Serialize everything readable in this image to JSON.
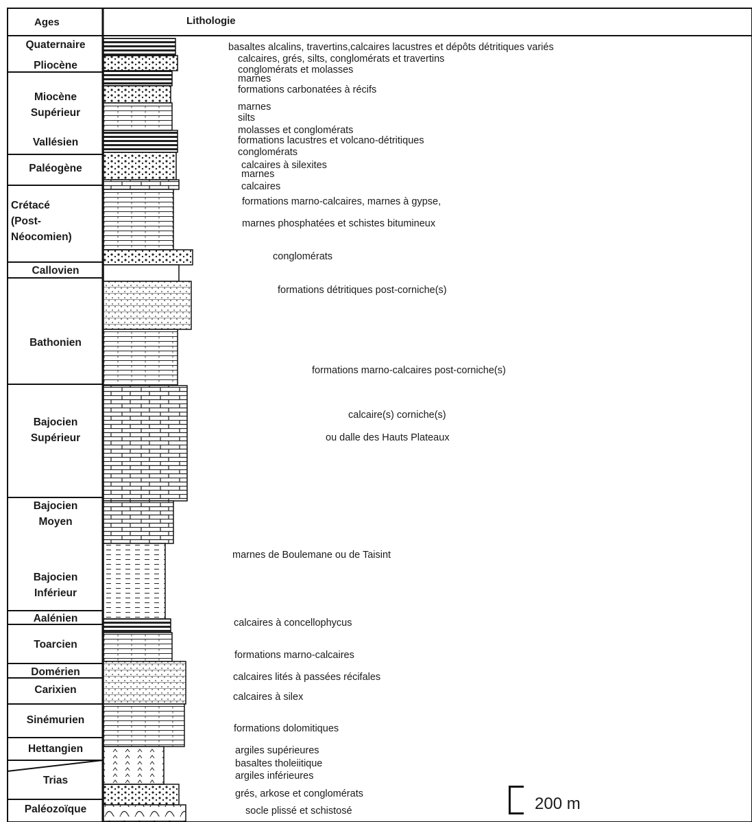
{
  "header": {
    "ages": "Ages",
    "lithology": "Lithologie"
  },
  "ages": [
    {
      "lines": [
        "Quaternaire"
      ]
    },
    {
      "lines": [
        "Pliocène"
      ]
    },
    {
      "lines": [
        "Miocène",
        "Supérieur"
      ]
    },
    {
      "lines": [
        "Vallésien"
      ]
    },
    {
      "lines": [
        "Paléogène"
      ]
    },
    {
      "lines": [
        "Crétacé",
        "(Post-",
        "Néocomien)"
      ]
    },
    {
      "lines": [
        "Callovien"
      ]
    },
    {
      "lines": [
        "Bathonien"
      ]
    },
    {
      "lines": [
        "Bajocien",
        "Supérieur"
      ]
    },
    {
      "lines": [
        "Bajocien",
        "Moyen"
      ]
    },
    {
      "lines": [
        "Bajocien",
        "Inférieur"
      ]
    },
    {
      "lines": [
        "Aalénien"
      ]
    },
    {
      "lines": [
        "Toarcien"
      ]
    },
    {
      "lines": [
        "Domérien"
      ]
    },
    {
      "lines": [
        "Carixien"
      ]
    },
    {
      "lines": [
        "Sinémurien"
      ]
    },
    {
      "lines": [
        "Hettangien"
      ]
    },
    {
      "lines": [
        "Trias"
      ]
    },
    {
      "lines": [
        "Paléozoïque"
      ]
    }
  ],
  "descriptions": [
    "basaltes alcalins, travertins,calcaires lacustres et dépôts détritiques variés",
    "calcaires, grés, silts, conglomérats et travertins",
    "conglomérats et molasses",
    "marnes",
    "formations carbonatées à récifs",
    "marnes",
    "silts",
    "molasses et conglomérats",
    "formations lacustres et volcano-détritiques",
    "conglomérats",
    "calcaires à silexites",
    "marnes",
    "calcaires",
    "formations marno-calcaires, marnes à gypse,",
    "marnes phosphatées et schistes bitumineux",
    "conglomérats",
    "formations détritiques post-corniche(s)",
    "formations marno-calcaires post-corniche(s)",
    "calcaire(s) corniche(s)",
    "ou dalle des Hauts Plateaux",
    "marnes de Boulemane ou de Taisint",
    "calcaires à concellophycus",
    "formations marno-calcaires",
    "calcaires lités à passées récifales",
    "calcaires à silex",
    "formations dolomitiques",
    "argiles supérieures",
    "basaltes tholeiitique",
    "argiles inférieures",
    "grés, arkose et conglomérats",
    "socle plissé et schistosé"
  ],
  "scale_bar": {
    "label": "200 m"
  }
}
